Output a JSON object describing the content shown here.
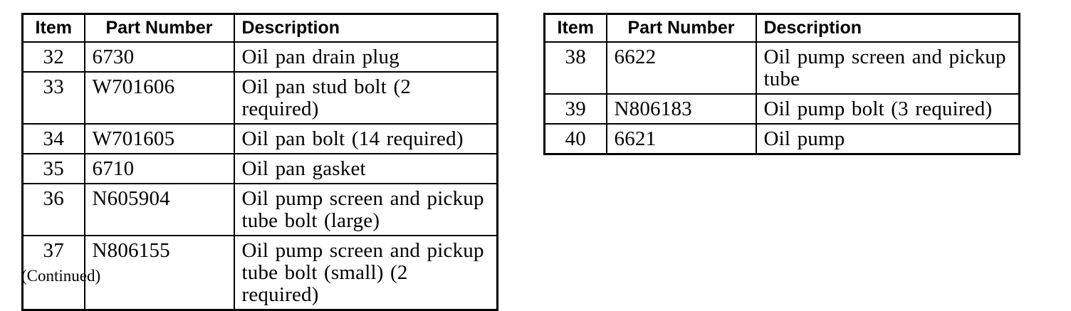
{
  "page": {
    "background_color": "#ffffff",
    "text_color": "#000000"
  },
  "continued_note": "(Continued)",
  "tables": [
    {
      "name": "parts-table-items-32-37",
      "headers": [
        "Item",
        "Part Number",
        "Description"
      ],
      "rows": [
        {
          "item": "32",
          "part_number": "6730",
          "description": "Oil pan drain plug"
        },
        {
          "item": "33",
          "part_number": "W701606",
          "description": "Oil pan stud bolt (2 required)"
        },
        {
          "item": "34",
          "part_number": "W701605",
          "description": "Oil pan bolt (14 required)"
        },
        {
          "item": "35",
          "part_number": "6710",
          "description": "Oil pan gasket"
        },
        {
          "item": "36",
          "part_number": "N605904",
          "description": "Oil pump screen and pickup\ntube bolt (large)"
        },
        {
          "item": "37",
          "part_number": "N806155",
          "description": "Oil pump screen and pickup\ntube bolt (small) (2 required)"
        }
      ]
    },
    {
      "name": "parts-table-items-38-40",
      "headers": [
        "Item",
        "Part Number",
        "Description"
      ],
      "rows": [
        {
          "item": "38",
          "part_number": "6622",
          "description": "Oil pump screen and pickup\ntube"
        },
        {
          "item": "39",
          "part_number": "N806183",
          "description": "Oil pump bolt (3 required)"
        },
        {
          "item": "40",
          "part_number": "6621",
          "description": "Oil pump"
        }
      ]
    }
  ]
}
